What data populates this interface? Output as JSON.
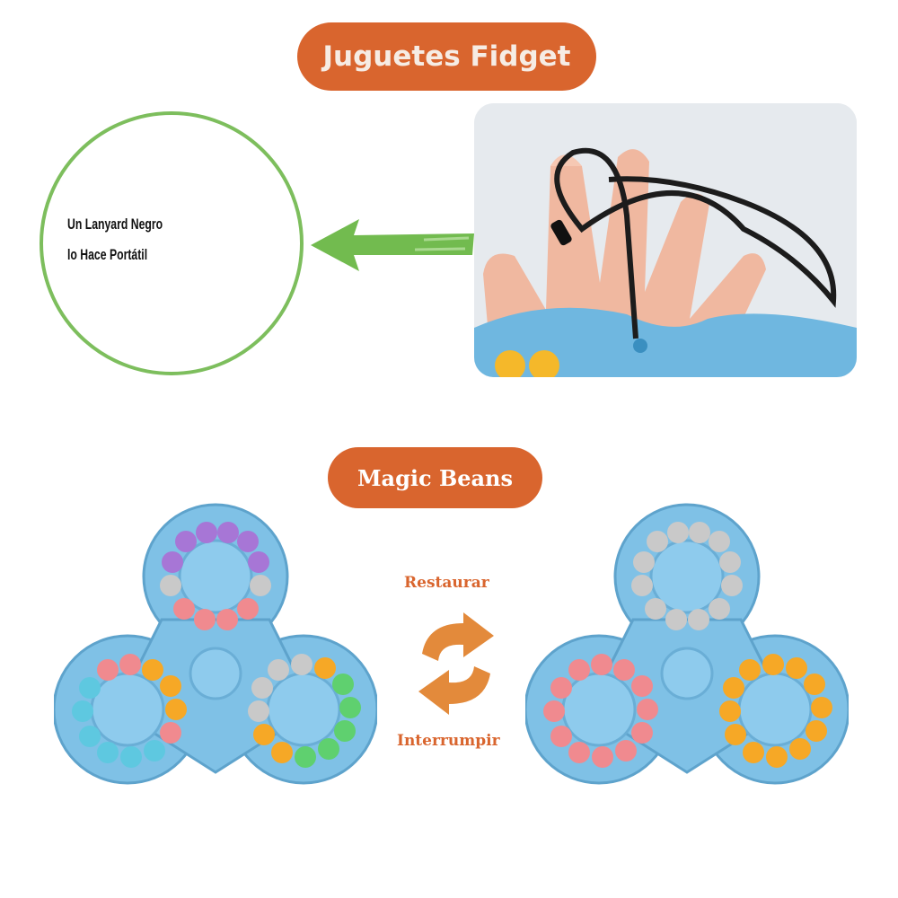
{
  "header": {
    "title": "Juguetes Fidget"
  },
  "lanyard_callout": {
    "line1": "Un Lanyard Negro",
    "line2": "lo Hace Portátil",
    "circle_color": "#7dbe5d",
    "arrow_color": "#72bb4f",
    "arrow_icon": "arrow-left-icon"
  },
  "section": {
    "title": "Magic Beans"
  },
  "process": {
    "restore_label": "Restaurar",
    "break_label": "Interrumpir",
    "cycle_icon": "refresh-cycle-icon",
    "accent_color": "#d9652e"
  },
  "colors": {
    "pill": "#d9652e",
    "toy_body": "#7fc1e6",
    "bead_purple": "#a776d6",
    "bead_gray": "#c9c9c9",
    "bead_pink": "#f08a8f",
    "bead_orange": "#f6a826",
    "bead_cyan": "#5ec8e0",
    "bead_green": "#5fd06f"
  }
}
